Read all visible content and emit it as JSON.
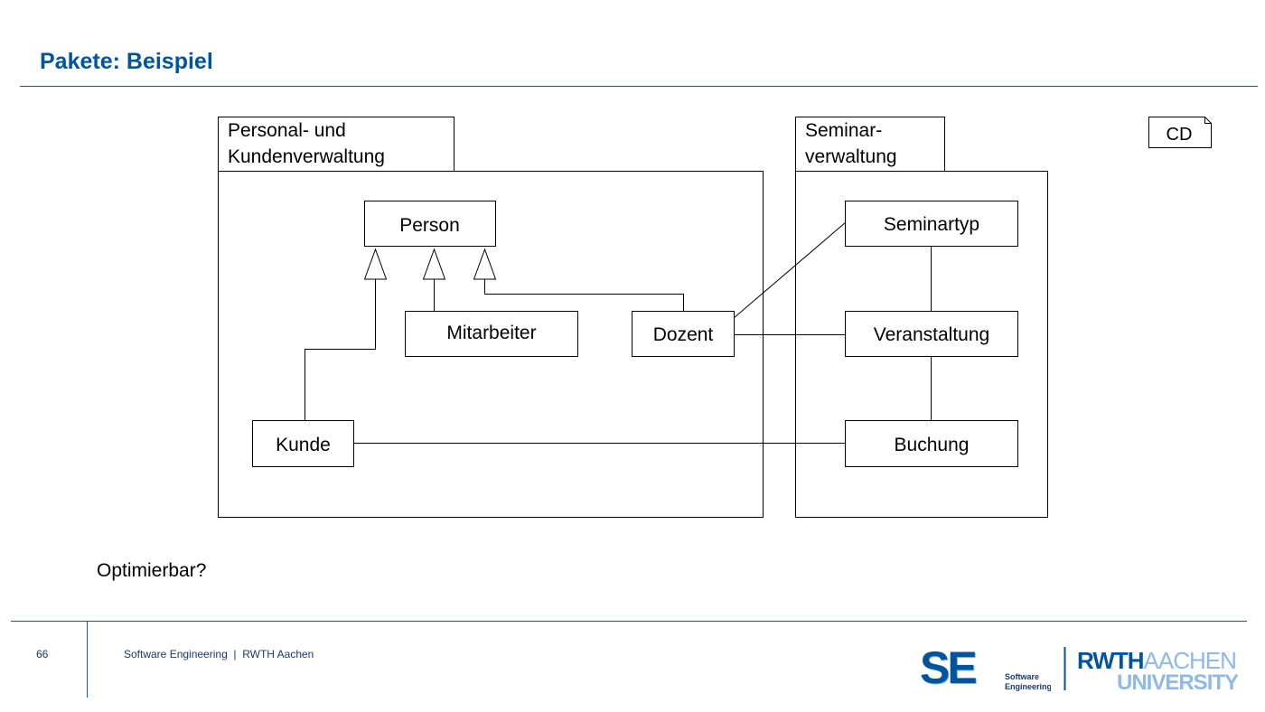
{
  "slide": {
    "title": "Pakete: Beispiel",
    "question": "Optimierbar?",
    "page_number": "66",
    "footer": "Software Engineering  |  RWTH Aachen"
  },
  "diagram": {
    "badge": "CD",
    "packages": [
      {
        "id": "pkg-personal",
        "name_lines": [
          "Personal- und",
          "Kundenverwaltung"
        ]
      },
      {
        "id": "pkg-seminar",
        "name_lines": [
          "Seminar-",
          "verwaltung"
        ]
      }
    ],
    "classes": {
      "person": "Person",
      "mitarbeiter": "Mitarbeiter",
      "dozent": "Dozent",
      "kunde": "Kunde",
      "seminartyp": "Seminartyp",
      "veranstaltung": "Veranstaltung",
      "buchung": "Buchung"
    },
    "generalizations": [
      {
        "from": "kunde",
        "to": "person"
      },
      {
        "from": "mitarbeiter",
        "to": "person"
      },
      {
        "from": "dozent",
        "to": "person"
      }
    ],
    "associations": [
      {
        "from": "dozent",
        "to": "seminartyp"
      },
      {
        "from": "dozent",
        "to": "veranstaltung"
      },
      {
        "from": "kunde",
        "to": "buchung"
      },
      {
        "from": "seminartyp",
        "to": "veranstaltung"
      },
      {
        "from": "veranstaltung",
        "to": "buchung"
      }
    ]
  },
  "logos": {
    "se_mark": "SE",
    "se_line1": "Software",
    "se_line2": "Engineering",
    "rwth_bold": "RWTH",
    "rwth_light": "AACHEN",
    "university": "UNIVERSITY"
  },
  "colors": {
    "title": "#00549f",
    "rule": "#0e5c98",
    "logo_dark": "#00549f",
    "logo_light": "#8ebae5"
  }
}
